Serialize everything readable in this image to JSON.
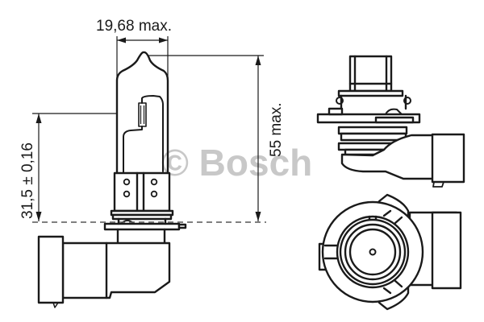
{
  "drawing": {
    "title": "Halogen bulb technical drawing (HB3/HB4-type base)",
    "watermark": "© Bosch",
    "dimensions": {
      "width_label": "19,68 max.",
      "height_total_label": "55 max.",
      "light_center_label": "31,5 ± 0,16"
    },
    "views": {
      "front": "Side elevation of bulb with glass capsule, filament and base connector",
      "side": "Side view of base and connector",
      "bottom": "Bottom view of base showing reference rings and connector"
    },
    "colors": {
      "line": "#1a1a1a",
      "watermark": "#c8c8c8",
      "background": "#ffffff"
    }
  }
}
